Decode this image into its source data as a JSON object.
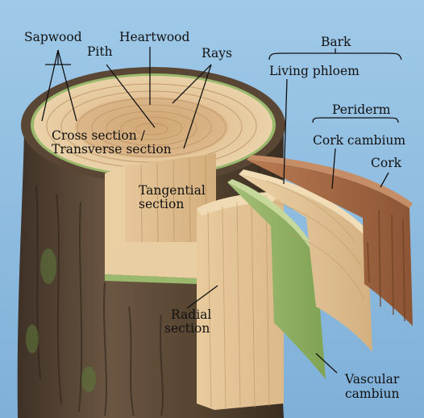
{
  "labels": {
    "sapwood": "Sapwood",
    "pith": "Pith",
    "heartwood": "Heartwood",
    "rays": "Rays",
    "bark": "Bark",
    "living_phloem": "Living phloem",
    "periderm": "Periderm",
    "cork_cambium": "Cork cambium",
    "cork": "Cork",
    "cross_section_line1": "Cross section /",
    "cross_section_line2": "Transverse section",
    "tangential_line1": "Tangential",
    "tangential_line2": "section",
    "radial_line1": "Radial",
    "radial_line2": "section",
    "vascular_line1": "Vascular",
    "vascular_line2": "cambiun"
  },
  "colors": {
    "background": "#8fbde0",
    "bark_dark": "#4a3a2c",
    "bark_mid": "#6b5540",
    "sapwood": "#e3c79b",
    "heartwood": "#cfa373",
    "cambium_green": "#8fb062",
    "phloem": "#ddc190",
    "cork": "#a86a45",
    "label_text": "#111111",
    "leader_line": "#111111"
  }
}
